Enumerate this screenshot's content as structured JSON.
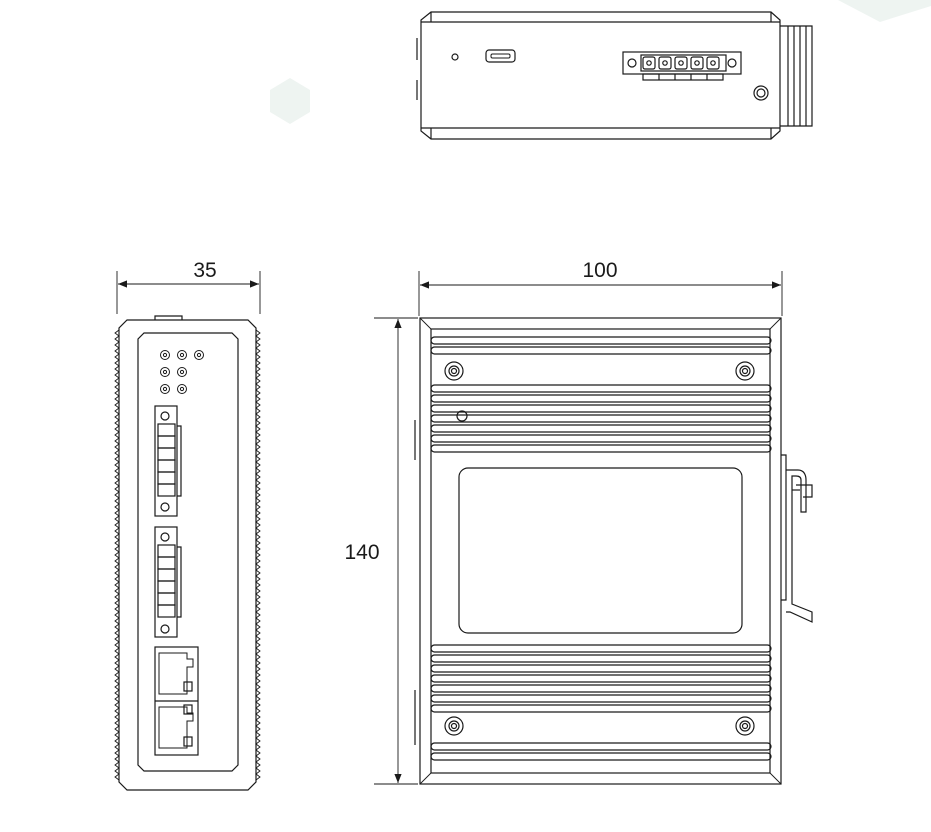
{
  "drawing": {
    "dimensions": {
      "side_width": "35",
      "front_width": "100",
      "front_height": "140"
    },
    "colors": {
      "line": "#1a1a1a",
      "watermark": "#eef4f1"
    }
  }
}
